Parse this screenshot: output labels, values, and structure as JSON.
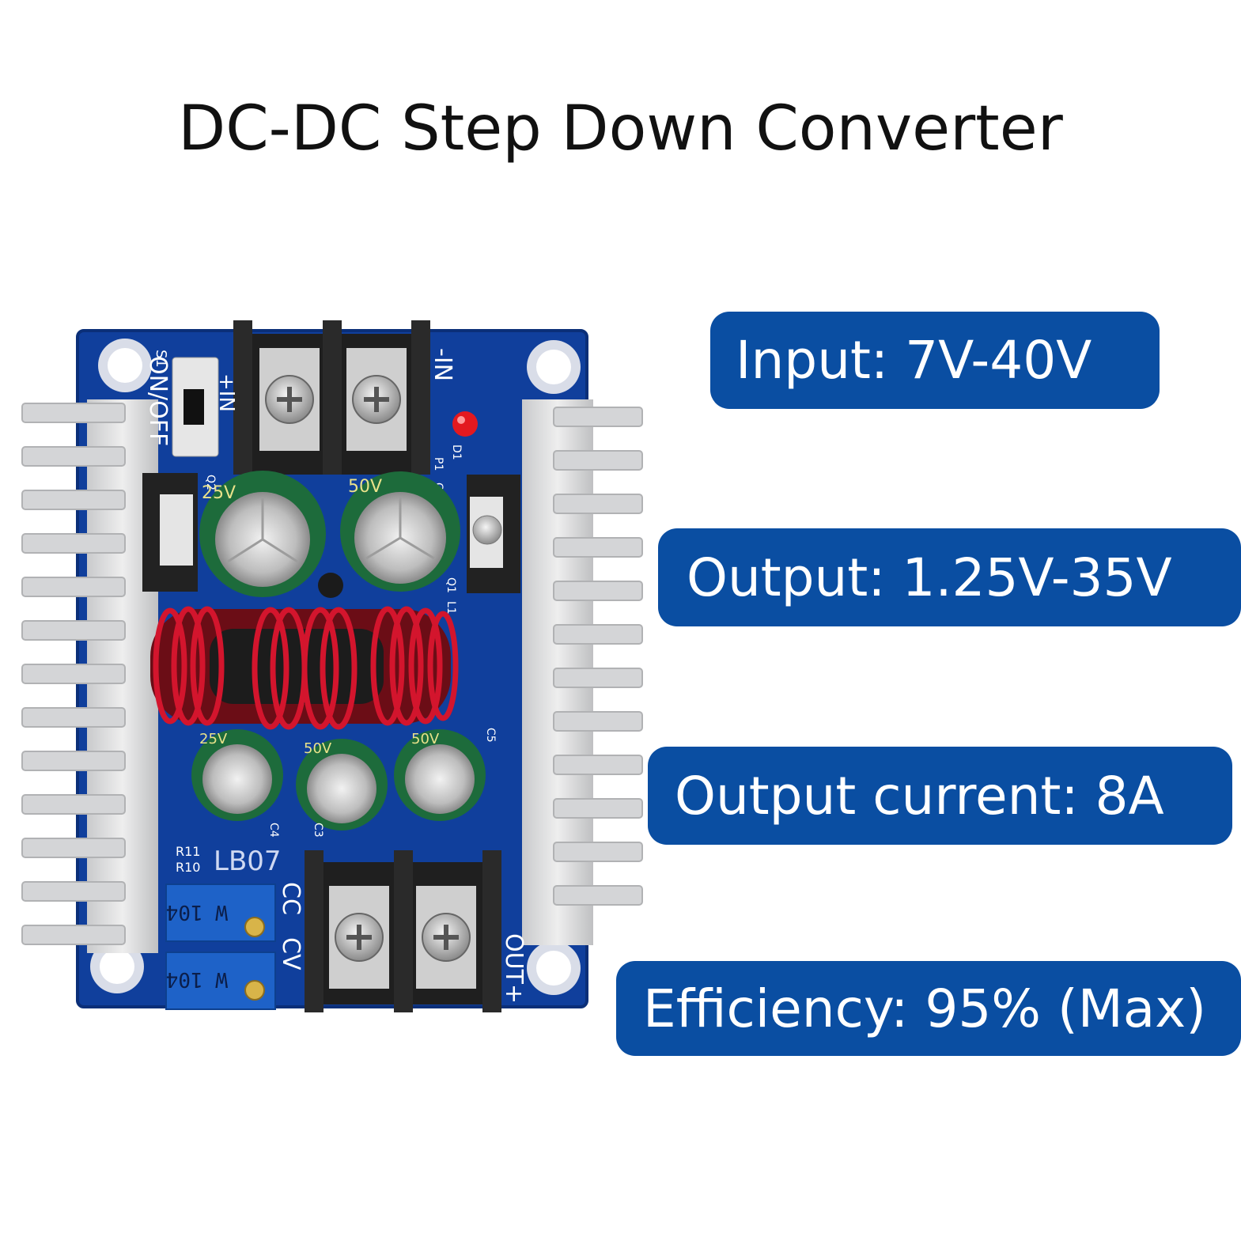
{
  "title": "DC-DC Step Down Converter",
  "specs": [
    "Input: 7V-40V",
    "Output: 1.25V-35V",
    "Output current: 8A",
    "Efficiency: 95% (Max)"
  ],
  "board": {
    "switch_label": "ON/OFF",
    "switch_ref": "S1",
    "in_plus": "+IN",
    "in_minus": "-IN",
    "led_ref": "D1",
    "p1_ref": "P1",
    "c1_ref": "C1",
    "q2_ref": "Q2",
    "q1_ref": "Q1",
    "l1_ref": "L1",
    "c5_ref": "C5",
    "c4_ref": "C4",
    "c3_ref": "C3",
    "r11_ref": "R11",
    "r10_ref": "R10",
    "model": "LB07",
    "cc_label": "CC",
    "cv_label": "CV",
    "pot_label_1": "W 104",
    "pot_label_2": "W 104",
    "out_label": "OUT+",
    "cap_big_1": "25V",
    "cap_big_2": "50V",
    "cap_small_1": "25V",
    "cap_small_2": "50V",
    "cap_small_3": "50V"
  },
  "colors": {
    "badge": "#0a4ea2",
    "pcb": "#103f9c",
    "heatsink": "#d9dadc",
    "coil": "#c0142a",
    "terminal": "#1f1f1f"
  }
}
